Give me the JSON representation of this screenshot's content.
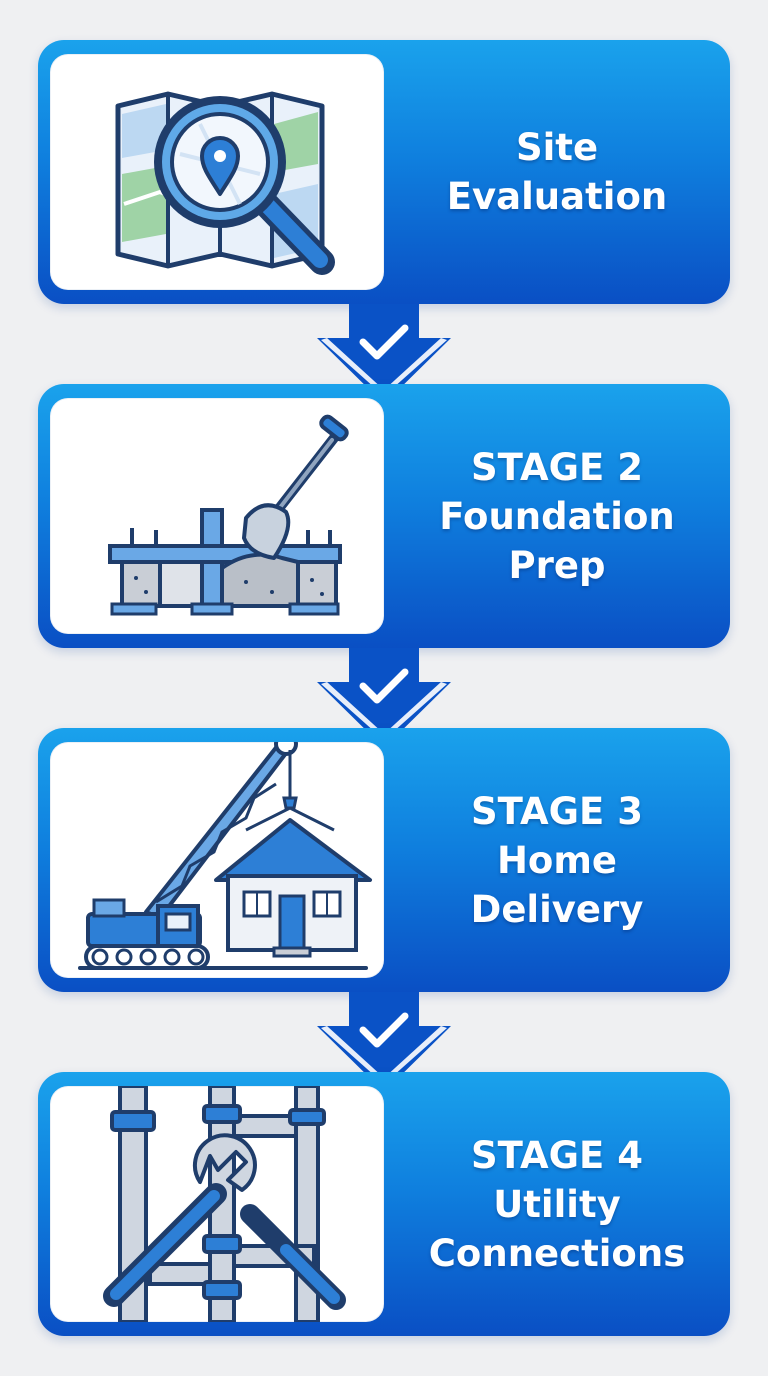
{
  "stages": [
    {
      "label": "",
      "title_line1": "Site",
      "title_line2": "Evaluation",
      "icon": "map-magnifier-icon"
    },
    {
      "label": "STAGE 2",
      "title_line1": "Foundation",
      "title_line2": "Prep",
      "icon": "shovel-foundation-icon"
    },
    {
      "label": "STAGE 3",
      "title_line1": "Home",
      "title_line2": "Delivery",
      "icon": "crane-house-icon"
    },
    {
      "label": "STAGE 4",
      "title_line1": "Utility",
      "title_line2": "Connections",
      "icon": "pipes-wrench-icon"
    }
  ],
  "connectors": [
    {
      "icon": "checkmark-icon"
    },
    {
      "icon": "checkmark-icon"
    },
    {
      "icon": "checkmark-icon"
    }
  ],
  "colors": {
    "background": "#eff0f2",
    "card_top": "#1aa2ec",
    "card_bottom": "#0a4fc4",
    "arrow": "#0a52c6",
    "outline": "#1f3d6b",
    "accent_blue": "#2d7fd6",
    "map_green": "#9fd3a6"
  }
}
